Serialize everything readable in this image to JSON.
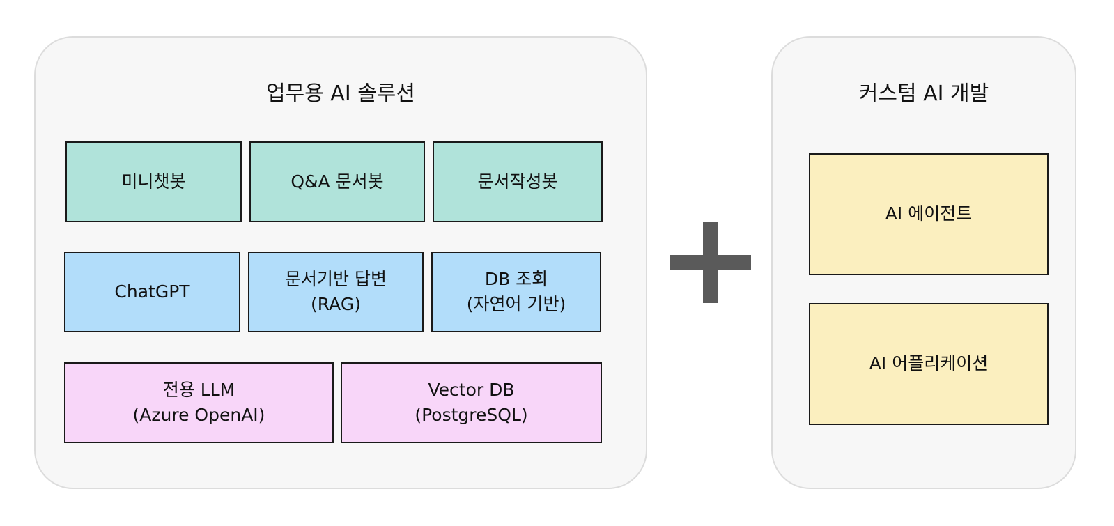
{
  "left_panel": {
    "title": "업무용 AI 솔루션",
    "row1": [
      {
        "lines": [
          "미니챗봇"
        ]
      },
      {
        "lines": [
          "Q&A 문서봇"
        ]
      },
      {
        "lines": [
          "문서작성봇"
        ]
      }
    ],
    "row2": [
      {
        "lines": [
          "ChatGPT"
        ]
      },
      {
        "lines": [
          "문서기반 답변",
          "(RAG)"
        ]
      },
      {
        "lines": [
          "DB 조회",
          "(자연어 기반)"
        ]
      }
    ],
    "row3": [
      {
        "lines": [
          "전용 LLM",
          "(Azure OpenAI)"
        ]
      },
      {
        "lines": [
          "Vector DB",
          "(PostgreSQL)"
        ]
      }
    ]
  },
  "connector": {
    "icon": "plus-icon"
  },
  "right_panel": {
    "title": "커스텀 AI 개발",
    "items": [
      {
        "lines": [
          "AI 에이전트"
        ]
      },
      {
        "lines": [
          "AI 어플리케이션"
        ]
      }
    ]
  },
  "colors": {
    "panel_bg": "#f7f7f7",
    "teal": "#b0e3da",
    "blue": "#b2ddfa",
    "pink": "#f8d6f9",
    "yellow": "#fbefbf",
    "plus": "#5a5a5a"
  }
}
